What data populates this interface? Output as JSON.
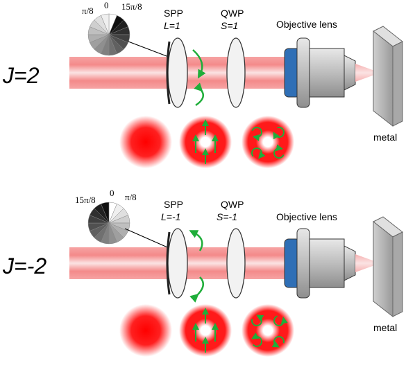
{
  "panels": [
    {
      "id": "top",
      "j_label": "J=2",
      "wheel": {
        "left": "π/8",
        "mid": "0",
        "right": "15π/8",
        "handedness": "ccw"
      },
      "spp": {
        "title": "SPP",
        "param": "L=1"
      },
      "qwp": {
        "title": "QWP",
        "param": "S=1"
      },
      "objective": "Objective lens",
      "target": "metal",
      "vortex_arrow_dir": "cw"
    },
    {
      "id": "bottom",
      "j_label": "J=-2",
      "wheel": {
        "left": "15π/8",
        "mid": "0",
        "right": "π/8",
        "handedness": "cw"
      },
      "spp": {
        "title": "SPP",
        "param": "L=-1"
      },
      "qwp": {
        "title": "QWP",
        "param": "S=-1"
      },
      "objective": "Objective lens",
      "target": "metal",
      "vortex_arrow_dir": "ccw"
    }
  ],
  "colors": {
    "beam": "#f47b7b",
    "beam_core": "#ffffff",
    "arrow": "#1fae3a",
    "lens_blue": "#2f6fb6",
    "spot": "#ff1010"
  }
}
